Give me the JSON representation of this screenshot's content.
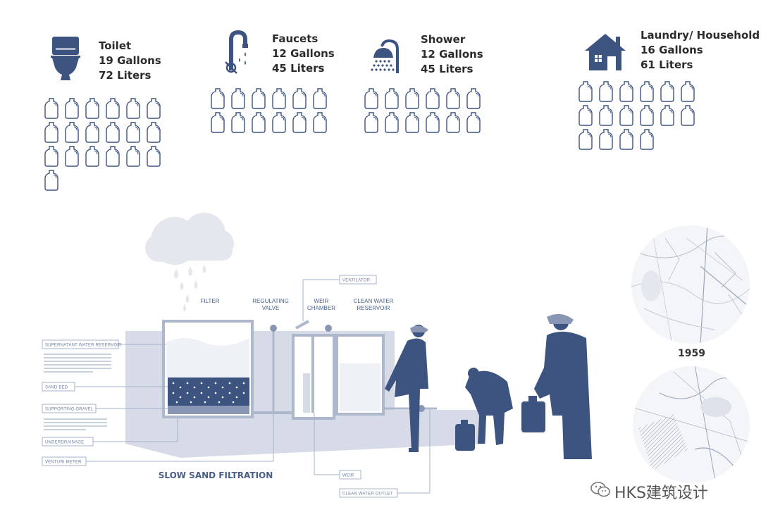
{
  "usage": [
    {
      "name": "Toilet",
      "gallons": "19 Gallons",
      "liters": "72 Liters",
      "icon": "toilet-icon",
      "jug_count": 19
    },
    {
      "name": "Faucets",
      "gallons": "12 Gallons",
      "liters": "45 Liters",
      "icon": "faucet-icon",
      "jug_count": 12
    },
    {
      "name": "Shower",
      "gallons": "12 Gallons",
      "liters": "45 Liters",
      "icon": "shower-icon",
      "jug_count": 12
    },
    {
      "name": "Laundry/ Household",
      "gallons": "16 Gallons",
      "liters": "61 Liters",
      "icon": "house-icon",
      "jug_count": 16
    }
  ],
  "diagram": {
    "title": "SLOW SAND FILTRATION",
    "top_labels": {
      "filter": "FILTER",
      "regulating_valve_1": "REGULATING",
      "regulating_valve_2": "VALVE",
      "weir_chamber_1": "WEIR",
      "weir_chamber_2": "CHAMBER",
      "clean_water_reservoir_1": "CLEAN WATER",
      "clean_water_reservoir_2": "RESERVOIR"
    },
    "tags": {
      "supernatant": "SUPERNATANT WATER RESERVOIR",
      "sand_bed": "SAND BED",
      "supporting_gravel": "SUPPORTING GRAVEL",
      "underdrainage": "UNDERDRAINAGE",
      "venturi_meter": "VENTURI METER",
      "ventilator": "VENTILATOR",
      "weir": "WEIR",
      "clean_water_outlet": "CLEAN WATER OUTLET"
    }
  },
  "maps": {
    "year_top": "1959"
  },
  "watermark": "HKS建筑设计",
  "colors": {
    "navy": "#3d5380",
    "light_blue": "#d6dbe7",
    "pale": "#e9ecf3",
    "label": "#2b2b2b"
  }
}
